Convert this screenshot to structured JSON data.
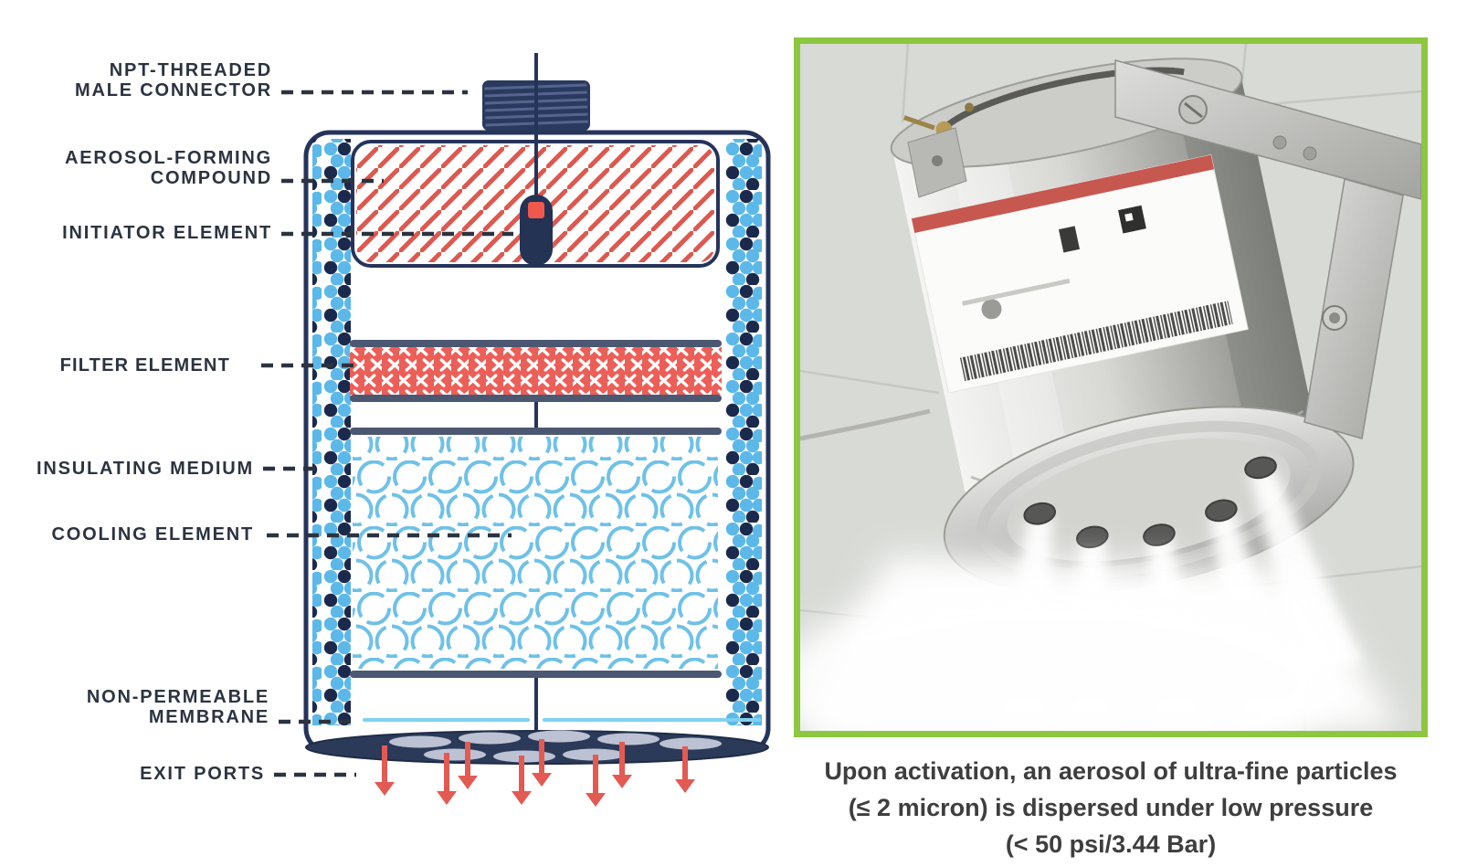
{
  "diagram": {
    "title_semantic": "condensed-aerosol-generator-cutaway",
    "labels": {
      "npt": {
        "line1": "NPT-THREADED",
        "line2": "MALE CONNECTOR"
      },
      "aerosol": {
        "line1": "AEROSOL-FORMING",
        "line2": "COMPOUND"
      },
      "initiator": {
        "line1": "INITIATOR ELEMENT"
      },
      "filter": {
        "line1": "FILTER ELEMENT"
      },
      "insulating": {
        "line1": "INSULATING MEDIUM"
      },
      "cooling": {
        "line1": "COOLING ELEMENT"
      },
      "membrane": {
        "line1": "NON-PERMEABLE",
        "line2": "MEMBRANE"
      },
      "exit": {
        "line1": "EXIT PORTS"
      }
    },
    "colors": {
      "navy": "#26335b",
      "label_text": "#2c3340",
      "dot_light_blue": "#5cb8e8",
      "dot_dark_navy": "#1b2a4c",
      "hatch_red": "#dd584f",
      "filter_red": "#ec5f58",
      "ring_blue": "#6fc1e7",
      "bar_gray": "#4c5872",
      "membrane_blue": "#7fd2f0",
      "arrow_red": "#e25a52",
      "exit_plate": "#2c3a59"
    }
  },
  "photo": {
    "border_color": "#8dc63f",
    "subject": "ceiling-mounted stainless aerosol generator discharging white mist from nozzle ports"
  },
  "caption": {
    "line1": "Upon activation, an aerosol of ultra-fine particles",
    "line2": "(≤ 2 micron) is dispersed under low pressure",
    "line3": "(< 50 psi/3.44 Bar)"
  }
}
